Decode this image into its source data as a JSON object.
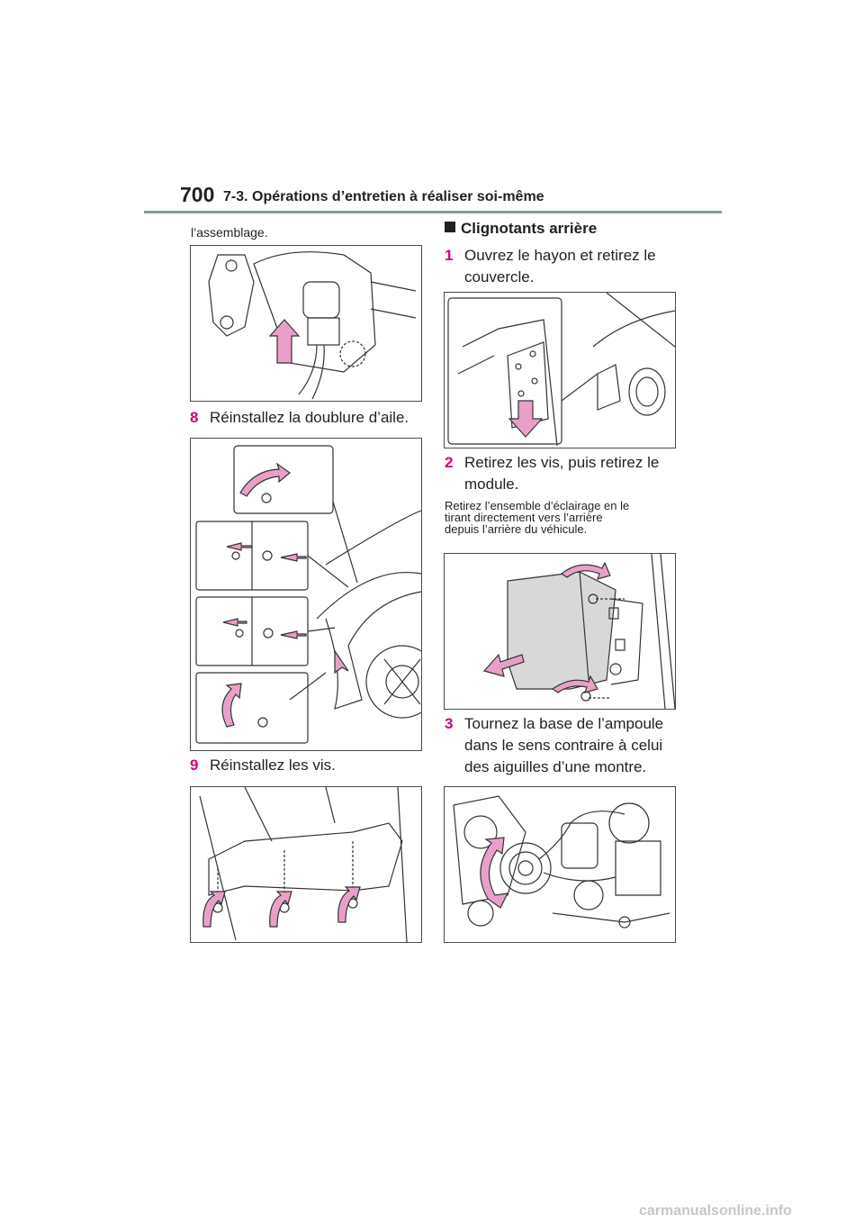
{
  "header": {
    "page_number": "700",
    "section_title": "7-3. Opérations d’entretien à réaliser soi-même"
  },
  "left_column": {
    "intro_text": "l’assemblage.",
    "step8": {
      "number": "8",
      "text": "Réinstallez la doublure d’aile."
    },
    "step9": {
      "number": "9",
      "text": "Réinstallez les vis."
    }
  },
  "right_column": {
    "section_heading": "Clignotants arrière",
    "step1": {
      "number": "1",
      "text_line1": "Ouvrez le hayon et retirez le",
      "text_line2": "couvercle."
    },
    "step2": {
      "number": "2",
      "text_line1": "Retirez les vis, puis retirez le",
      "text_line2": "module."
    },
    "note_lines": [
      "Retirez l’ensemble d’éclairage en le",
      "tirant directement vers l’arrière",
      "depuis l’arrière du véhicule."
    ],
    "step3": {
      "number": "3",
      "text_line1": "Tournez la base de l’ampoule",
      "text_line2": "dans le sens contraire à celui",
      "text_line3": "des aiguilles d’une montre."
    }
  },
  "footer": {
    "watermark": "carmanualsonline.info"
  },
  "colors": {
    "accent": "#d5007f",
    "arrow_fill": "#e8a0c8",
    "rule": "#8a9a92"
  }
}
